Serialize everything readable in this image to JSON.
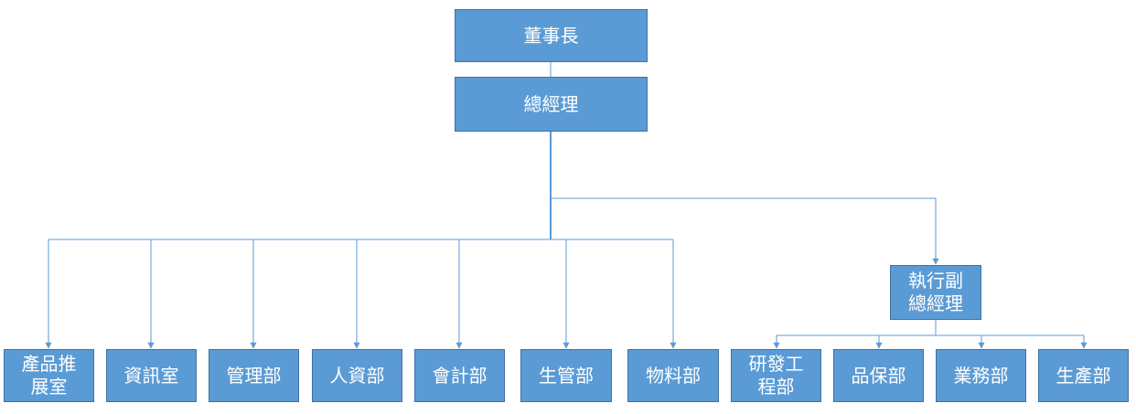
{
  "org_chart": {
    "chairman": "董事長",
    "general_manager": "總經理",
    "executive_vp": "執行副總經理",
    "departments_under_gm": [
      "產品推展室",
      "資訊室",
      "管理部",
      "人資部",
      "會計部",
      "生管部",
      "物料部"
    ],
    "departments_under_evp": [
      "研發工程部",
      "品保部",
      "業務部",
      "生產部"
    ]
  },
  "colors": {
    "box_fill": "#5b9bd5",
    "box_border": "#41719c",
    "connector": "#5b9bd5",
    "text": "#ffffff"
  }
}
